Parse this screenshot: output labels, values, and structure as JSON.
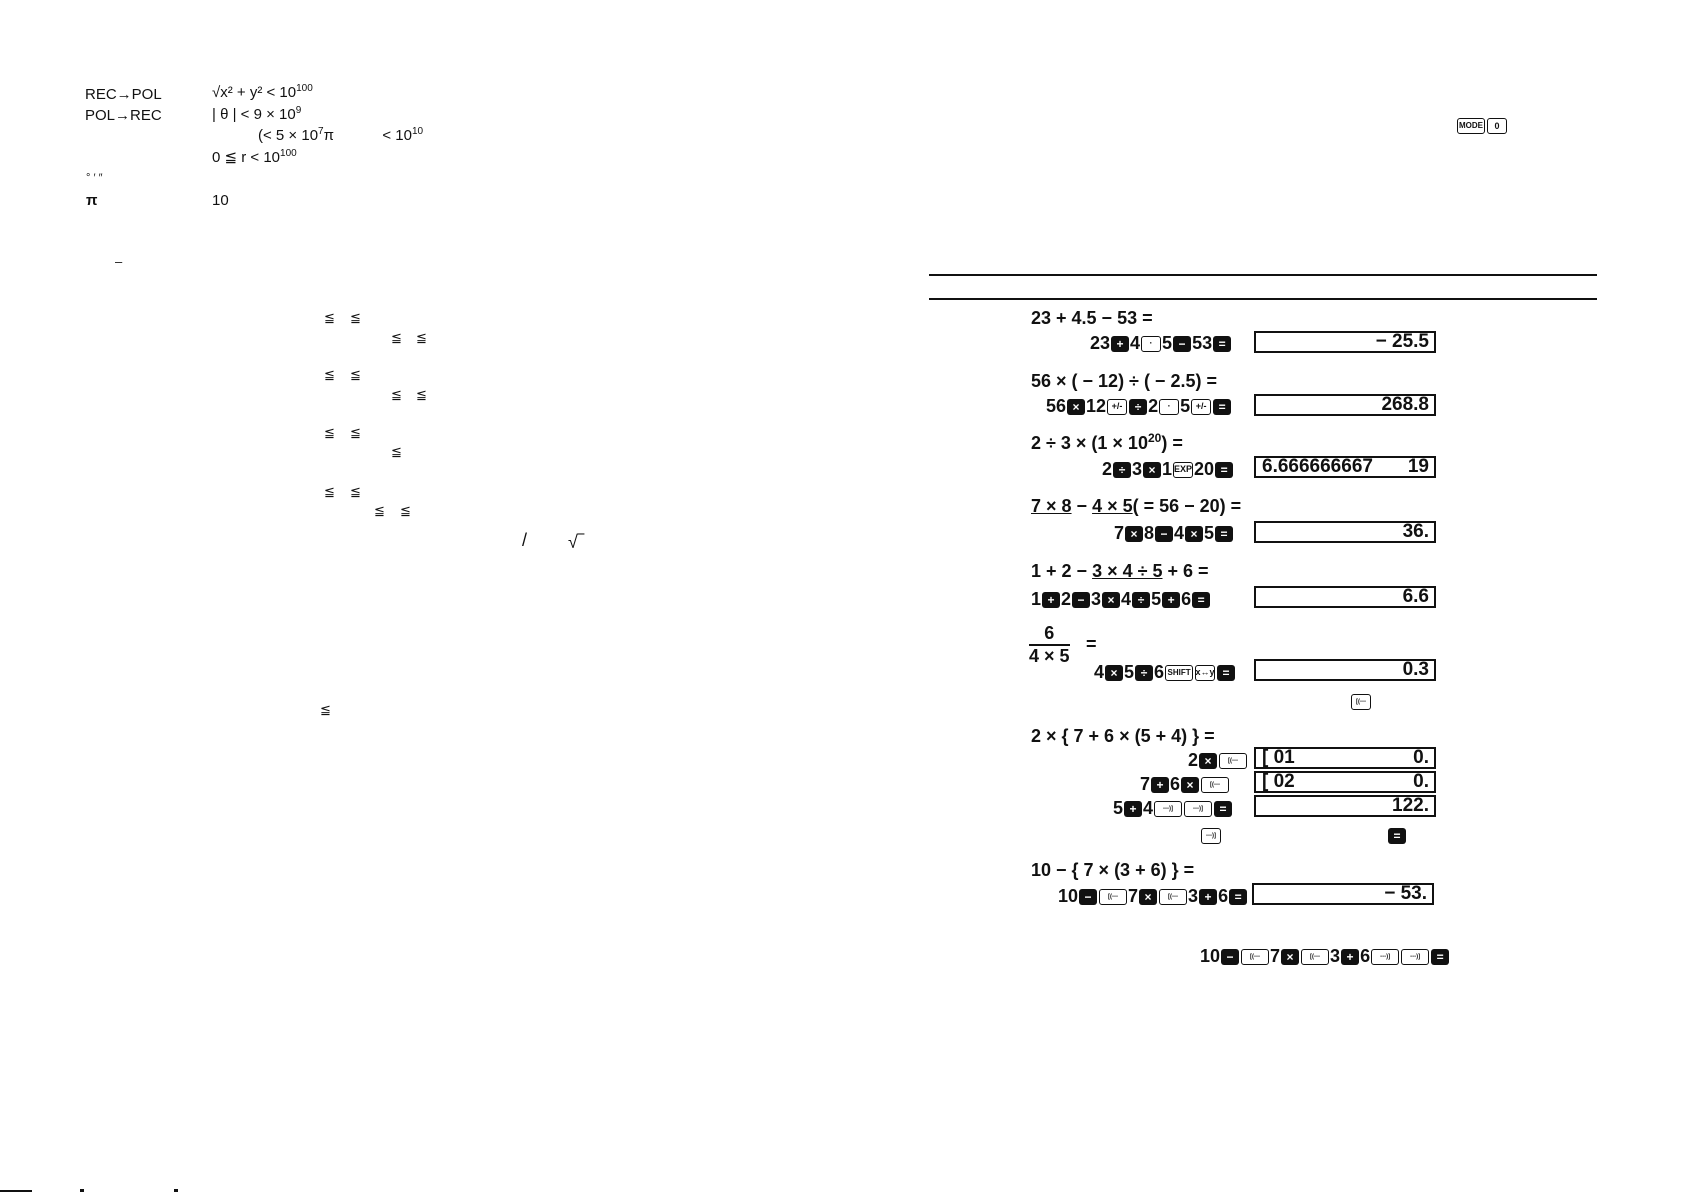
{
  "left_table": {
    "rows": [
      {
        "label": "REC→POL",
        "cond": "√x² + y²  < 10",
        "exp": "100"
      },
      {
        "label": "POL→REC",
        "cond": "| θ | < 9 × 10",
        "exp": "9"
      }
    ],
    "sub1": "(< 5 × 10",
    "sub1_exp": "7",
    "sub1_pi": "π",
    "sub1_tail": "< 10",
    "sub1_tail_exp": "10",
    "sub2": "0 ≦ r < 10",
    "sub2_exp": "100",
    "deg_label": "° ′ ″",
    "pi_label": "π",
    "pi_value": "10",
    "dash": "–",
    "le": "≦",
    "slash": "/",
    "sqrt": "√‾"
  },
  "top_keys": {
    "mode": "MODE",
    "zero": "0"
  },
  "examples": [
    {
      "expr": "23 + 4.5 − 53 =",
      "keys": [
        "23",
        "+",
        "4",
        "·",
        "5",
        "−",
        "53",
        "="
      ],
      "display_left": "",
      "display_right": "− 25.5"
    },
    {
      "expr": "56 × ( − 12) ÷ ( − 2.5) =",
      "keys": [
        "56",
        "×",
        "12",
        "+/-",
        "÷",
        "2",
        "·",
        "5",
        "+/-",
        "="
      ],
      "display_left": "",
      "display_right": "268.8"
    },
    {
      "expr": "2 ÷ 3 × (1 × 10",
      "expr_exp": "20",
      "expr_tail": ") =",
      "keys": [
        "2",
        "÷",
        "3",
        "×",
        "1",
        "EXP",
        "20",
        "="
      ],
      "display_left": "6.666666667",
      "display_right": "19"
    },
    {
      "expr_a": "7 × 8",
      "expr_b": " − ",
      "expr_c": "4 × 5",
      "expr_d": "( = 56 − 20) =",
      "keys": [
        "7",
        "×",
        "8",
        "−",
        "4",
        "×",
        "5",
        "="
      ],
      "display_left": "",
      "display_right": "36."
    },
    {
      "expr_a": "1 + 2 − ",
      "expr_b": "3 × 4 ÷ 5",
      "expr_c": " + 6 =",
      "keys": [
        "1",
        "+",
        "2",
        "−",
        "3",
        "×",
        "4",
        "÷",
        "5",
        "+",
        "6",
        "="
      ],
      "display_left": "",
      "display_right": "6.6"
    },
    {
      "frac_num": "6",
      "frac_den": "4 × 5",
      "frac_eq": "=",
      "keys": [
        "4",
        "×",
        "5",
        "÷",
        "6",
        "SHIFT",
        "x↔y",
        "="
      ],
      "display_left": "",
      "display_right": "0.3"
    },
    {
      "expr": "2 × { 7 + 6 × (5 + 4) } =",
      "steps": [
        {
          "keys": [
            "2",
            "×",
            "[(---"
          ],
          "display_left": "[  01",
          "display_right": "0."
        },
        {
          "keys": [
            "7",
            "+",
            "6",
            "×",
            "[(---"
          ],
          "display_left": "[  02",
          "display_right": "0."
        },
        {
          "keys": [
            "5",
            "+",
            "4",
            "---)]",
            "---)]",
            "="
          ],
          "display_left": "",
          "display_right": "122."
        }
      ]
    },
    {
      "expr": "10 − { 7 × (3 + 6) } =",
      "keys": [
        "10",
        "−",
        "[(---",
        "7",
        "×",
        "[(---",
        "3",
        "+",
        "6",
        "="
      ],
      "display_left": "",
      "display_right": "− 53."
    }
  ],
  "note_keys": {
    "paren_open": "[(---",
    "paren_close": "---)]",
    "equals": "="
  },
  "final_keys": [
    "10",
    "−",
    "[(---",
    "7",
    "×",
    "[(---",
    "3",
    "+",
    "6",
    "---)]",
    "---)]",
    "="
  ]
}
